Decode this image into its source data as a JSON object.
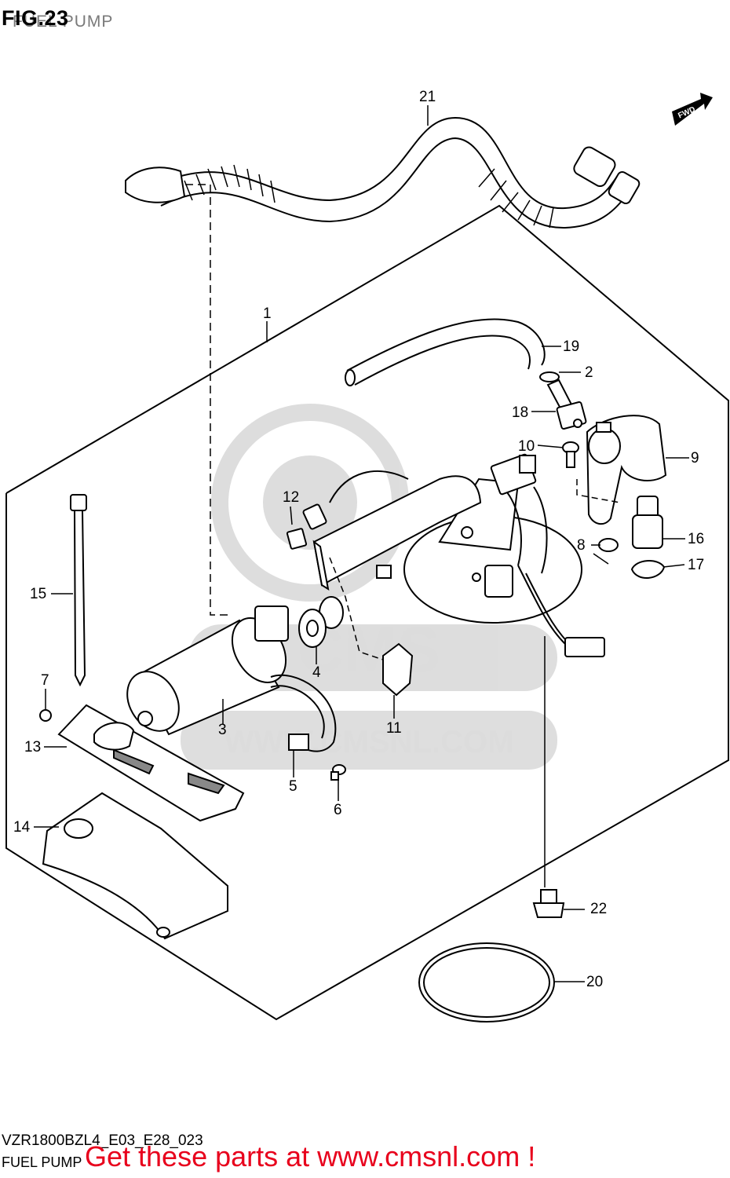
{
  "header": {
    "figure_label": "FIG.23",
    "subtitle": "FUEL PUMP"
  },
  "footer": {
    "model_code": "VZR1800BZL4_E03_E28_023",
    "section_name": "FUEL PUMP",
    "promo_text": "Get these parts at www.cmsnl.com !"
  },
  "watermark": {
    "logo_text": "CMS",
    "url_text": "WWW.CMSNL.COM"
  },
  "direction_badge": "FWD",
  "callouts": [
    {
      "id": "c21",
      "label": "21"
    },
    {
      "id": "c1",
      "label": "1"
    },
    {
      "id": "c19",
      "label": "19"
    },
    {
      "id": "c2",
      "label": "2"
    },
    {
      "id": "c18",
      "label": "18"
    },
    {
      "id": "c10",
      "label": "10"
    },
    {
      "id": "c9",
      "label": "9"
    },
    {
      "id": "c12",
      "label": "12"
    },
    {
      "id": "c16",
      "label": "16"
    },
    {
      "id": "c8",
      "label": "8"
    },
    {
      "id": "c17",
      "label": "17"
    },
    {
      "id": "c15",
      "label": "15"
    },
    {
      "id": "c4",
      "label": "4"
    },
    {
      "id": "c11",
      "label": "11"
    },
    {
      "id": "c7",
      "label": "7"
    },
    {
      "id": "c3",
      "label": "3"
    },
    {
      "id": "c13",
      "label": "13"
    },
    {
      "id": "c5",
      "label": "5"
    },
    {
      "id": "c6",
      "label": "6"
    },
    {
      "id": "c14",
      "label": "14"
    },
    {
      "id": "c22",
      "label": "22"
    },
    {
      "id": "c20",
      "label": "20"
    }
  ]
}
